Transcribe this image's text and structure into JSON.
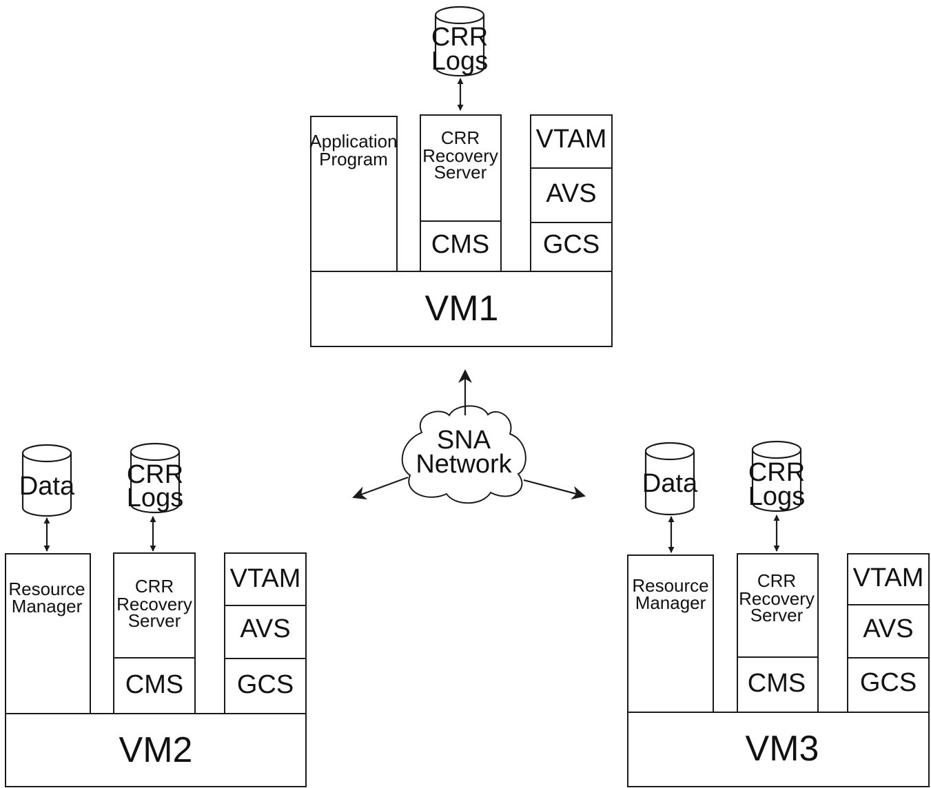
{
  "colors": {
    "stroke": "#1a1a1a",
    "background": "#ffffff",
    "text": "#111111"
  },
  "network": {
    "line1": "SNA",
    "line2": "Network"
  },
  "vm1": {
    "base": "VM1",
    "app_line1": "Application",
    "app_line2": "Program",
    "crr_line1": "CRR",
    "crr_line2": "Recovery",
    "crr_line3": "Server",
    "cms": "CMS",
    "vtam": "VTAM",
    "avs": "AVS",
    "gcs": "GCS",
    "logs_line1": "CRR",
    "logs_line2": "Logs"
  },
  "vm2": {
    "base": "VM2",
    "rm_line1": "Resource",
    "rm_line2": "Manager",
    "crr_line1": "CRR",
    "crr_line2": "Recovery",
    "crr_line3": "Server",
    "cms": "CMS",
    "vtam": "VTAM",
    "avs": "AVS",
    "gcs": "GCS",
    "data": "Data",
    "logs_line1": "CRR",
    "logs_line2": "Logs"
  },
  "vm3": {
    "base": "VM3",
    "rm_line1": "Resource",
    "rm_line2": "Manager",
    "crr_line1": "CRR",
    "crr_line2": "Recovery",
    "crr_line3": "Server",
    "cms": "CMS",
    "vtam": "VTAM",
    "avs": "AVS",
    "gcs": "GCS",
    "data": "Data",
    "logs_line1": "CRR",
    "logs_line2": "Logs"
  }
}
